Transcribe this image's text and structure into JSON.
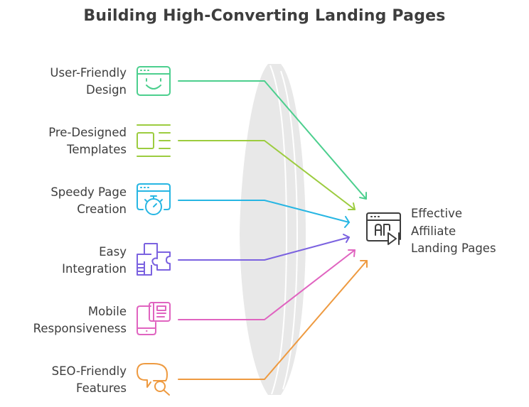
{
  "title": "Building High-Converting Landing Pages",
  "colors": {
    "text": "#3d3d3d",
    "lens": "#e8e8e8",
    "target_icon": "#3d3d3d"
  },
  "sources": [
    {
      "lines": [
        "User-Friendly",
        "Design"
      ],
      "icon": "browser-smiley-icon",
      "color": "#4ccf8e"
    },
    {
      "lines": [
        "Pre-Designed",
        "Templates"
      ],
      "icon": "template-layout-icon",
      "color": "#9ccc3f"
    },
    {
      "lines": [
        "Speedy Page",
        "Creation"
      ],
      "icon": "browser-stopwatch-icon",
      "color": "#27b6e3"
    },
    {
      "lines": [
        "Easy",
        "Integration"
      ],
      "icon": "puzzle-pieces-icon",
      "color": "#7b62e0"
    },
    {
      "lines": [
        "Mobile",
        "Responsiveness"
      ],
      "icon": "mobile-document-icon",
      "color": "#e064c0"
    },
    {
      "lines": [
        "SEO-Friendly",
        "Features"
      ],
      "icon": "chat-search-icon",
      "color": "#ee9a40"
    }
  ],
  "target": {
    "lines": [
      "Effective",
      "Affiliate",
      "Landing Pages"
    ],
    "icon": "browser-ad-play-icon"
  }
}
